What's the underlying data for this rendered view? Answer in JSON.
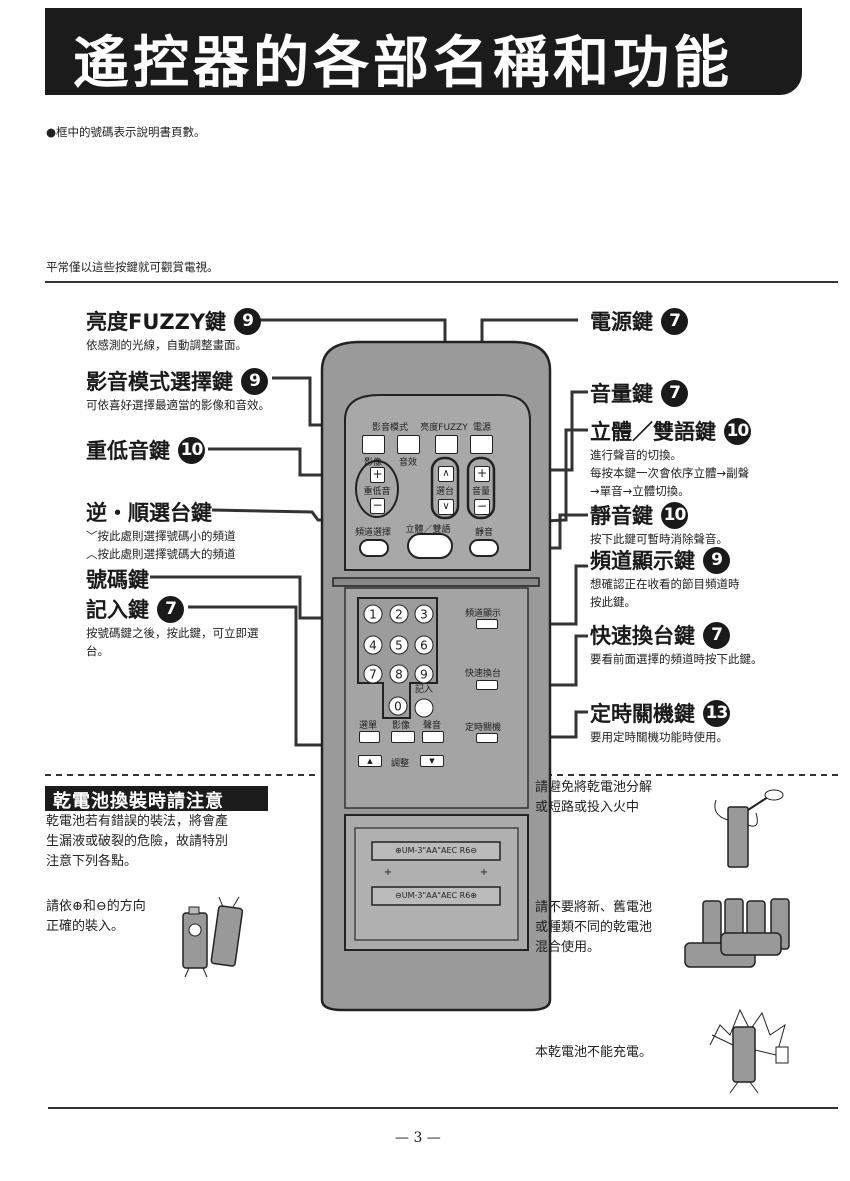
{
  "title": "遙控器的各部名稱和功能",
  "note": "●框中的號碼表示說明書頁數。",
  "intro": "平常僅以這些按鍵就可觀賞電視。",
  "left_keys": [
    {
      "name": "亮度FUZZY鍵",
      "page": "9",
      "desc": [
        "依感測的光線，自動調整畫面。"
      ]
    },
    {
      "name": "影音模式選擇鍵",
      "page": "9",
      "desc": [
        "可依喜好選擇最適當的影像和音效。"
      ]
    },
    {
      "name": "重低音鍵",
      "page": "10",
      "desc": []
    },
    {
      "name": "逆・順選台鍵",
      "page": "",
      "desc": [
        "﹀按此處則選擇號碼小的頻道",
        "︿按此處則選擇號碼大的頻道"
      ]
    },
    {
      "name": "號碼鍵",
      "page": "",
      "desc": []
    },
    {
      "name": "記入鍵",
      "page": "7",
      "desc": [
        "按號碼鍵之後，按此鍵，可立即選",
        "台。"
      ]
    }
  ],
  "right_keys": [
    {
      "name": "電源鍵",
      "page": "7",
      "desc": []
    },
    {
      "name": "音量鍵",
      "page": "7",
      "desc": []
    },
    {
      "name": "立體／雙語鍵",
      "page": "10",
      "desc": [
        "進行聲音的切換。",
        "每按本鍵一次會依序立體→副聲",
        "→單音→立體切換。"
      ]
    },
    {
      "name": "靜音鍵",
      "page": "10",
      "desc": [
        "按下此鍵可暫時消除聲音。"
      ]
    },
    {
      "name": "頻道顯示鍵",
      "page": "9",
      "desc": [
        "想確認正在收看的節目頻道時",
        "按此鍵。"
      ]
    },
    {
      "name": "快速換台鍵",
      "page": "7",
      "desc": [
        "要看前面選擇的頻道時按下此鍵。"
      ]
    },
    {
      "name": "定時關機鍵",
      "page": "13",
      "desc": [
        "要用定時關機功能時使用。"
      ]
    }
  ],
  "remote": {
    "top_labels": [
      "影音模式",
      "亮度FUZZY",
      "電源"
    ],
    "under_labels": [
      "影像",
      "音效"
    ],
    "plus": "+",
    "minus": "−",
    "up": "∧",
    "down": "∨",
    "bass": "重低音",
    "channel": "選台",
    "volume": "音量",
    "row_labels": [
      "頻道選擇",
      "立體／雙語",
      "靜音"
    ],
    "digits": [
      "1",
      "2",
      "3",
      "4",
      "5",
      "6",
      "7",
      "8",
      "9",
      "0"
    ],
    "enter": "記入",
    "side_labels": [
      "頻道顯示",
      "快速換台",
      "定時關機"
    ],
    "bottom_labels": [
      "選單",
      "影像",
      "聲音"
    ],
    "adjust": "調整",
    "tri_up": "▲",
    "tri_down": "▼",
    "battery_1": "⊕UM-3\"AA\"AEC R6⊖",
    "battery_2": "⊖UM-3\"AA\"AEC R6⊕",
    "pole_marks": [
      "+",
      "+"
    ]
  },
  "battery": {
    "heading": "乾電池換裝時請注意",
    "warning": [
      "乾電池若有錯誤的裝法，將會產",
      "生漏液或破裂的危險，故請特別",
      "注意下列各點。"
    ],
    "orientation": [
      "請依⊕和⊖的方向",
      "正確的裝入。"
    ],
    "no_disassemble": [
      "請避免將乾電池分解",
      "或短路或投入火中"
    ],
    "no_mix": [
      "請不要將新、舊電池",
      "或種類不同的乾電池",
      "混合使用。"
    ],
    "no_recharge": "本乾電池不能充電。"
  },
  "page_number": "— 3 —"
}
